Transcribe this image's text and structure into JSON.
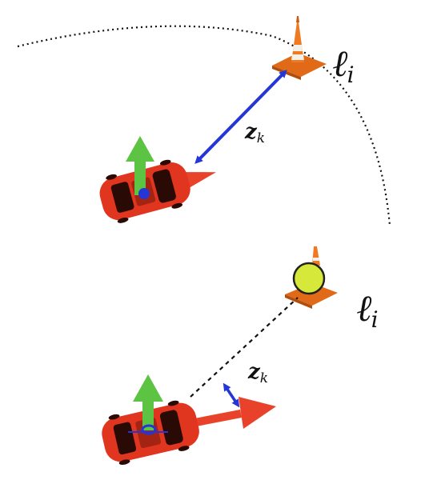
{
  "top_panel": {
    "landmark_label": {
      "main": "ℓ",
      "sub": "i"
    },
    "measurement_label": {
      "main": "z",
      "sub": "k"
    }
  },
  "bottom_panel": {
    "landmark_label": {
      "main": "ℓ",
      "sub": "i"
    },
    "measurement_label": {
      "main": "z",
      "sub": "k"
    }
  },
  "colors": {
    "car_body": "#e0351f",
    "car_dark": "#2a0a05",
    "heading_arrow": "#e8432a",
    "y_axis_arrow": "#5cc442",
    "range_arrow": "#2536d6",
    "cone_orange": "#ef7a22",
    "cone_stripe": "#f3f0ea",
    "landmark_marker": "#d6e83a",
    "path": "#111111"
  }
}
